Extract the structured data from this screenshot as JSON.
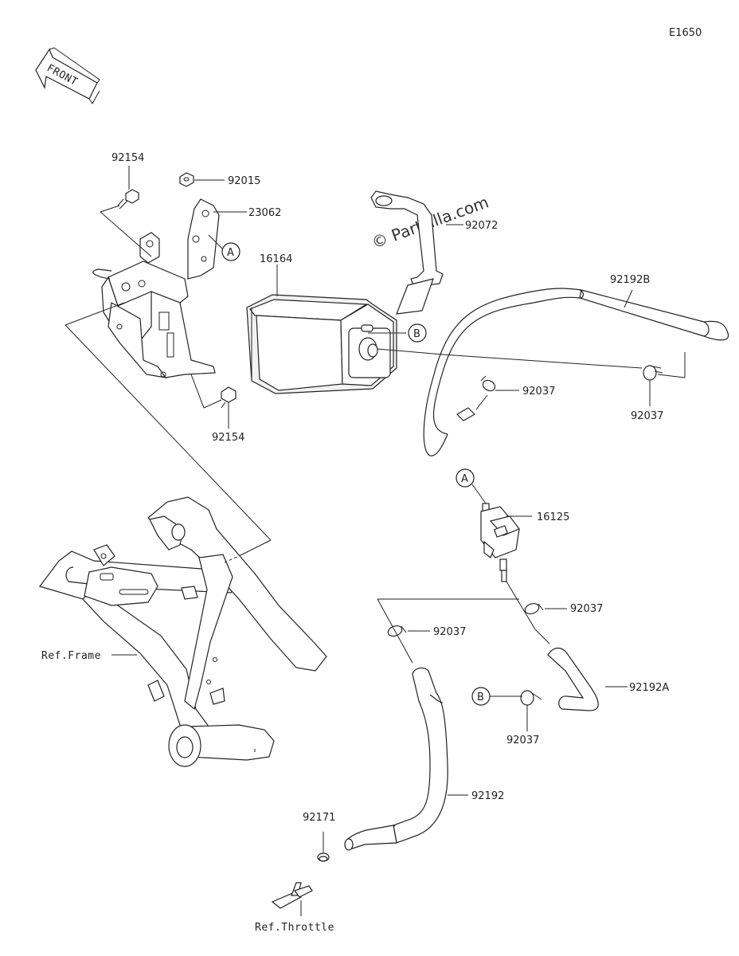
{
  "diagram_code": "E1650",
  "front_label": "FRONT",
  "watermark": "© Partzilla.com",
  "callouts": {
    "a": "A",
    "b": "B"
  },
  "part_numbers": {
    "p92154_top": "92154",
    "p92015": "92015",
    "p23062": "23062",
    "p16164": "16164",
    "p92072": "92072",
    "p92154_bottom": "92154",
    "p92192B": "92192B",
    "p92037_a": "92037",
    "p92037_b": "92037",
    "p16125": "16125",
    "p92037_c": "92037",
    "p92037_d": "92037",
    "p92192A": "92192A",
    "p92037_e": "92037",
    "p92192": "92192",
    "p92171": "92171"
  },
  "references": {
    "frame": "Ref.Frame",
    "throttle": "Ref.Throttle"
  }
}
